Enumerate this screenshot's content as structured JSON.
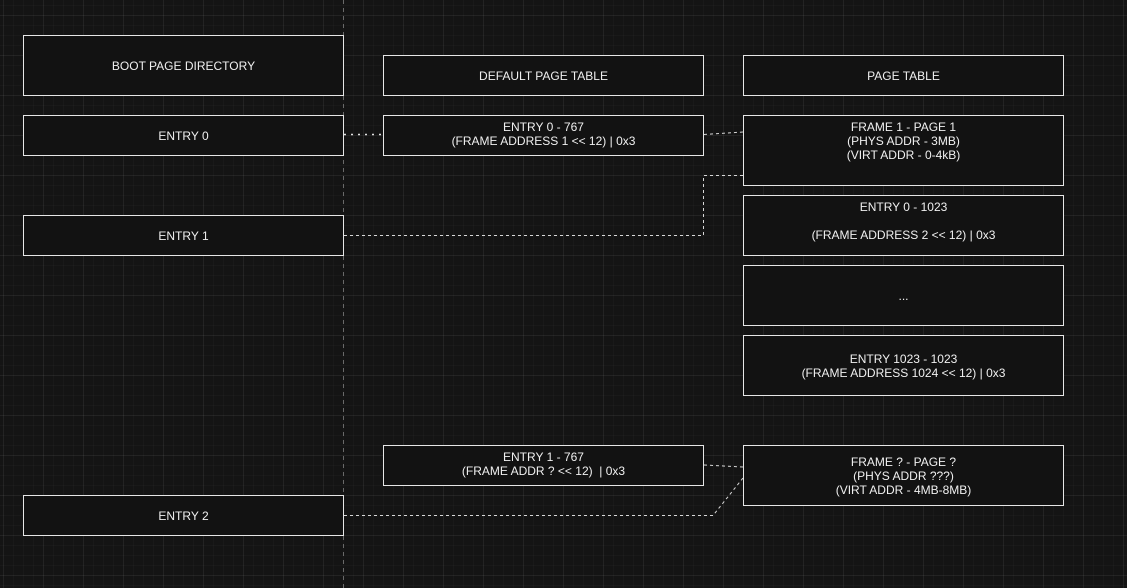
{
  "diagram": {
    "colors": {
      "background": "#141414",
      "box_border": "#e6e6e6",
      "box_fill": "#121212",
      "text": "#f0f0f0",
      "connector": "#d8d8d8"
    },
    "boot_page_directory": {
      "header": "BOOT PAGE DIRECTORY",
      "entry_0": "ENTRY 0",
      "entry_1": "ENTRY 1",
      "entry_2": "ENTRY 2"
    },
    "default_page_table": {
      "header": "DEFAULT PAGE TABLE",
      "entry_0_767": {
        "line1": "ENTRY 0 - 767",
        "line2": "(FRAME ADDRESS 1 << 12) | 0x3"
      },
      "entry_1_767": {
        "line1": "ENTRY 1 - 767",
        "line2": "(FRAME ADDR ? << 12)  | 0x3"
      }
    },
    "page_table": {
      "header": "PAGE TABLE",
      "frame_1_page_1": {
        "line1": "FRAME 1 - PAGE 1",
        "line2": "(PHYS ADDR - 3MB)",
        "line3": "(VIRT ADDR - 0-4kB)"
      },
      "entry_0_1023": {
        "line1": "ENTRY 0 - 1023",
        "line2": "",
        "line3": "(FRAME ADDRESS 2 << 12) | 0x3"
      },
      "ellipsis": "...",
      "entry_1023_1023": {
        "line1": "ENTRY 1023 - 1023",
        "line2": "(FRAME ADDRESS 1024 << 12) | 0x3"
      },
      "frame_q_page_q": {
        "line1": "FRAME ? - PAGE ?",
        "line2": "(PHYS ADDR ???)",
        "line3": "(VIRT ADDR - 4MB-8MB)"
      }
    }
  }
}
